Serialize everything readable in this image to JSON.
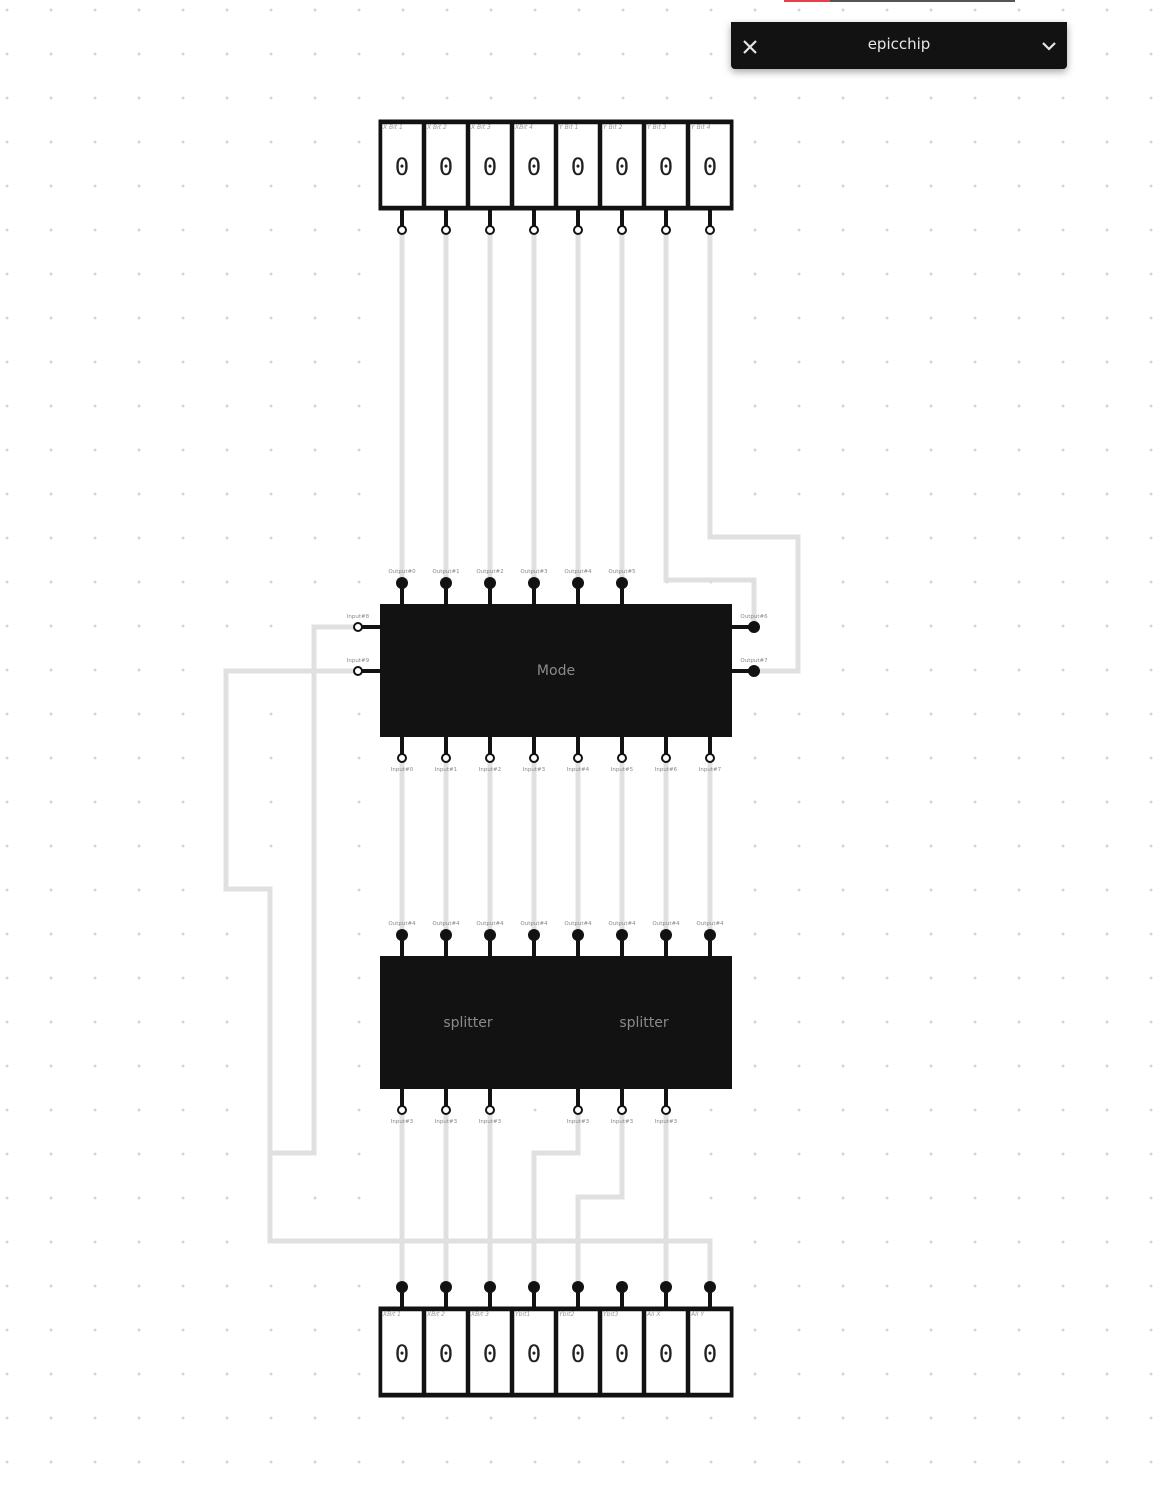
{
  "toolbar": {
    "chip_name": "epicchip",
    "progress_fraction": 0.2,
    "progress_color": "#e8404a",
    "close_icon": "close-icon",
    "expand_icon": "chevron-down-icon"
  },
  "colors": {
    "wire": "#e0e0e0",
    "chip": "#121212",
    "chip_label": "#8a8a8a"
  },
  "input_bank": {
    "labels": [
      "X Bit 1",
      "X Bit 2",
      "X Bit 3",
      "XBit 4",
      "Y Bit 1",
      "Y Bit 2",
      "Y Bit 3",
      "Y Bit 4"
    ],
    "values": [
      "0",
      "0",
      "0",
      "0",
      "0",
      "0",
      "0",
      "0"
    ]
  },
  "mode_chip": {
    "name": "Mode",
    "top_outputs": [
      "Output#0",
      "Output#1",
      "Output#2",
      "Output#3",
      "Output#4",
      "Output#5"
    ],
    "left_inputs": [
      "Input#8",
      "Input#9"
    ],
    "right_outputs": [
      "Output#6",
      "Output#7"
    ],
    "bottom_inputs": [
      "Input#0",
      "Input#1",
      "Input#2",
      "Input#3",
      "Input#4",
      "Input#5",
      "Input#6",
      "Input#7"
    ]
  },
  "splitter_chips": {
    "names": [
      "splitter",
      "splitter"
    ],
    "top_outputs": [
      "Output#4",
      "Output#4",
      "Output#4",
      "Output#4",
      "Output#4",
      "Output#4",
      "Output#4",
      "Output#4"
    ],
    "bottom_inputs": [
      "Input#3",
      "Input#3",
      "Input#3",
      "Input#3",
      "Input#3",
      "Input#3"
    ]
  },
  "output_bank": {
    "labels": [
      "XBit 1",
      "XBit 2",
      "XBit 3",
      "Ybit1",
      "Ybit2",
      "Ybit3",
      "All X",
      "All Y"
    ],
    "values": [
      "0",
      "0",
      "0",
      "0",
      "0",
      "0",
      "0",
      "0"
    ]
  }
}
